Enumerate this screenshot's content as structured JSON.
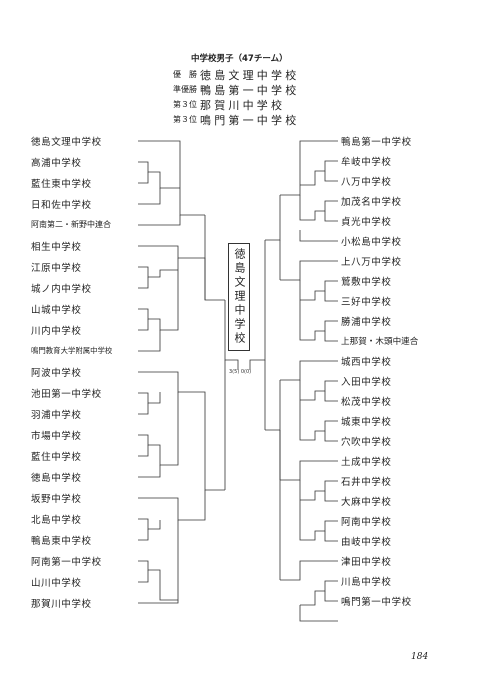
{
  "title": "中学校男子（47チーム）",
  "results": [
    {
      "label": "優　勝",
      "team": "徳島文理中学校"
    },
    {
      "label": "準優勝",
      "team": "鴨島第一中学校"
    },
    {
      "label": "第３位",
      "team": "那賀川中学校"
    },
    {
      "label": "第３位",
      "team": "鳴門第一中学校"
    }
  ],
  "champion": "徳島文理中学校",
  "final_score": "3(5) 0(0)",
  "left_teams": [
    "徳島文理中学校",
    "高浦中学校",
    "藍住東中学校",
    "日和佐中学校",
    "阿南第二・新野中連合",
    "相生中学校",
    "江原中学校",
    "城ノ内中学校",
    "山城中学校",
    "川内中学校",
    "鳴門教育大学附属中学校",
    "阿波中学校",
    "池田第一中学校",
    "羽浦中学校",
    "市場中学校",
    "藍住中学校",
    "徳島中学校",
    "坂野中学校",
    "北島中学校",
    "鴨島東中学校",
    "阿南第一中学校",
    "山川中学校",
    "那賀川中学校"
  ],
  "right_teams": [
    "鴨島第一中学校",
    "牟岐中学校",
    "八万中学校",
    "加茂名中学校",
    "貞光中学校",
    "小松島中学校",
    "上八万中学校",
    "鷲敷中学校",
    "三好中学校",
    "勝浦中学校",
    "上那賀・木頭中連合",
    "城西中学校",
    "入田中学校",
    "松茂中学校",
    "城東中学校",
    "穴吹中学校",
    "土成中学校",
    "石井中学校",
    "大麻中学校",
    "阿南中学校",
    "由岐中学校",
    "津田中学校",
    "川島中学校",
    "鳴門第一中学校"
  ],
  "page_number": "184"
}
